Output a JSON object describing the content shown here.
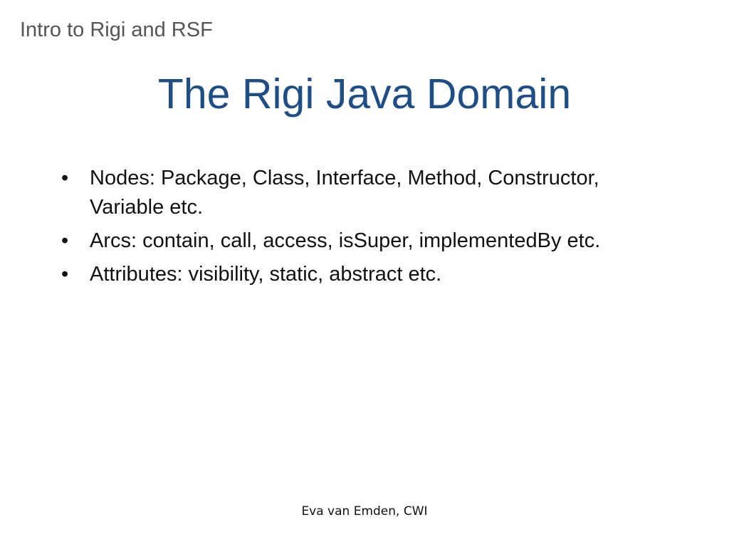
{
  "header": {
    "text": "Intro to Rigi and RSF"
  },
  "title": "The Rigi Java Domain",
  "bullets": [
    {
      "marker": "•",
      "text": "Nodes: Package, Class, Interface, Method, Constructor, Variable etc."
    },
    {
      "marker": "•",
      "text": "Arcs: contain, call, access, isSuper, implementedBy etc."
    },
    {
      "marker": "•",
      "text": "Attributes: visibility, static, abstract etc."
    }
  ],
  "footer": {
    "text": "Eva van Emden, CWI"
  },
  "colors": {
    "title": "#1f4e86",
    "header": "#555555",
    "body": "#111111",
    "background": "#ffffff"
  }
}
